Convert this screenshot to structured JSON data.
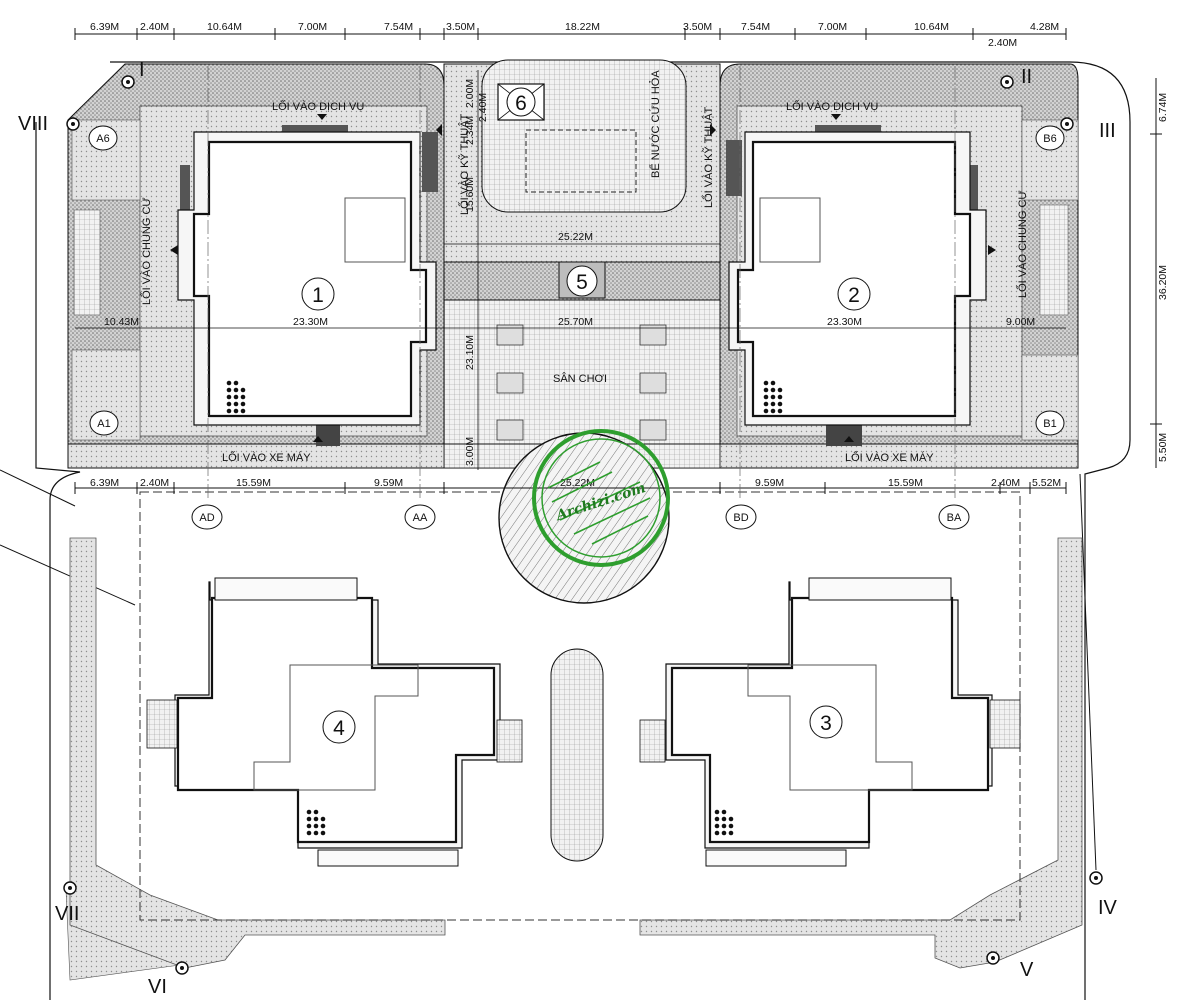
{
  "dimensions": {
    "top": [
      "6.39M",
      "2.40M",
      "10.64M",
      "7.00M",
      "7.54M",
      "3.50M",
      "18.22M",
      "3.50M",
      "7.54M",
      "7.00M",
      "10.64M",
      "4.28M"
    ],
    "top_extra": "2.40M",
    "middle": [
      "6.39M",
      "2.40M",
      "15.59M",
      "9.59M",
      "25.22M",
      "9.59M",
      "15.59M",
      "2.40M",
      "5.52M"
    ],
    "right": [
      "6.74M",
      "36.20M",
      "5.50M"
    ],
    "center_vertical": [
      "2.00M",
      "2.40M",
      "2.34M",
      "15.60M",
      "23.10M",
      "3.00M"
    ],
    "horizontal": {
      "w1025": "25.22M",
      "w1030": "10.43M",
      "w2330a": "23.30M",
      "w2570": "25.70M",
      "w2330b": "23.30M",
      "w900": "9.00M",
      "w2522b": "25.22M"
    }
  },
  "labels": {
    "service_entry": "LỐI VÀO DỊCH VỤ",
    "tech_entry": "LỐI VÀO KỸ THUẬT",
    "resident_entry": "LỐI VÀO CHUNG CƯ",
    "moto_entry": "LỐI VÀO XE MÁY",
    "playground": "SÂN CHƠI",
    "fire_tank": "BỂ NƯỚC CỨU HỎA"
  },
  "buildings": [
    "1",
    "2",
    "3",
    "4",
    "5",
    "6"
  ],
  "axes": [
    "A6",
    "B6",
    "A1",
    "B1",
    "AD",
    "AA",
    "BD",
    "BA"
  ],
  "survey_points": [
    "I",
    "II",
    "III",
    "IV",
    "V",
    "VI",
    "VII",
    "VIII"
  ],
  "watermark": "Archizi.com",
  "colors": {
    "hatch": "#8c8c8c",
    "line": "#111111",
    "watermark": "#2e9e2e"
  }
}
